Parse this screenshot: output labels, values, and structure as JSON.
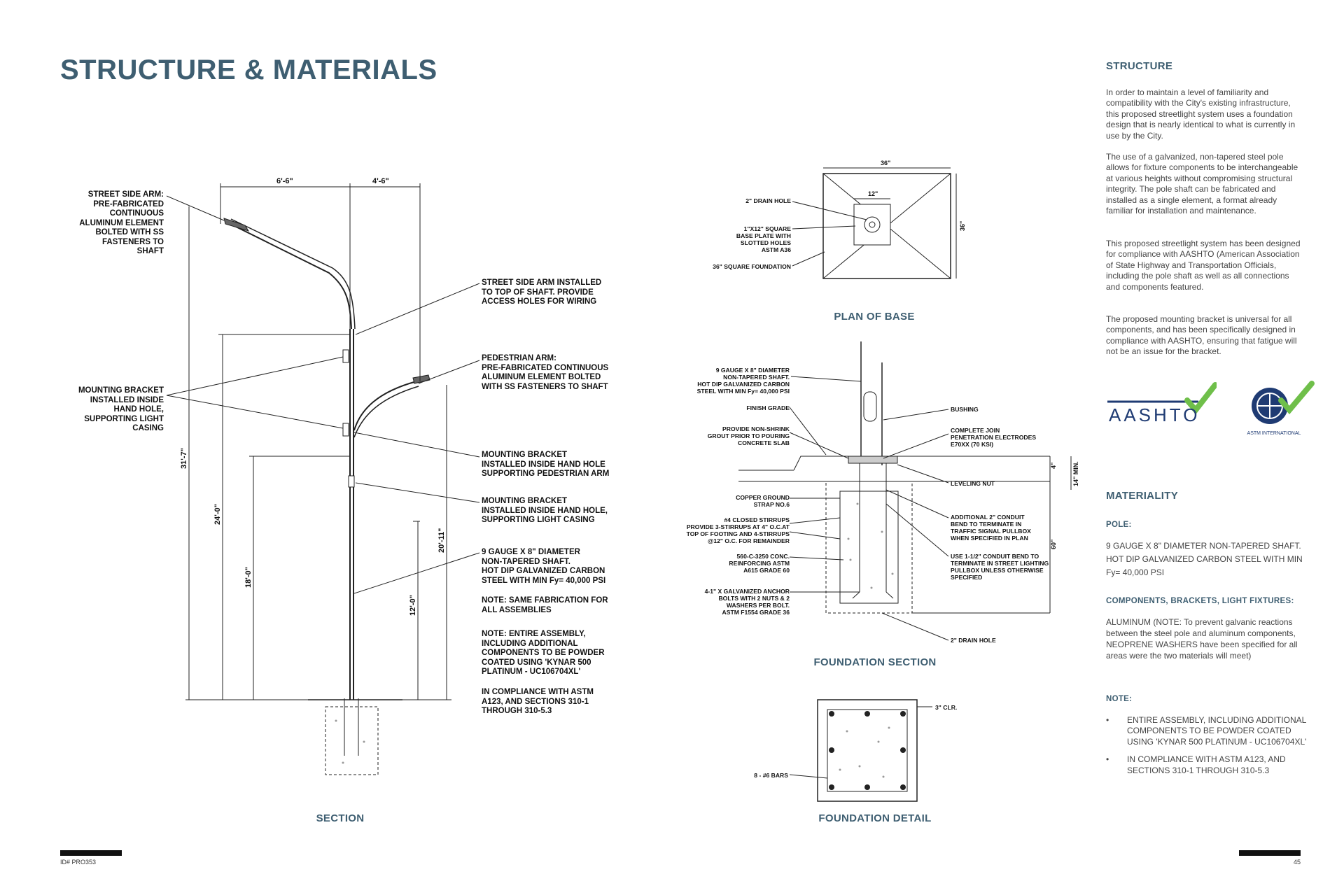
{
  "page": {
    "title": "STRUCTURE & MATERIALS",
    "id_label": "ID# PRO353",
    "page_number": "45"
  },
  "section": {
    "caption": "SECTION",
    "dims": {
      "arm_left": "6'-6\"",
      "arm_right": "4'-6\"",
      "h1": "31'-7\"",
      "h2": "24'-0\"",
      "h3": "18'-0\"",
      "h4": "20'-11\"",
      "h5": "12'-0\""
    },
    "labels": {
      "street_arm": "STREET SIDE ARM:\nPRE-FABRICATED\nCONTINUOUS\nALUMINUM ELEMENT\nBOLTED WITH SS\nFASTENERS TO\nSHAFT",
      "mount_left": "MOUNTING BRACKET\nINSTALLED INSIDE\nHAND HOLE,\nSUPPORTING LIGHT\nCASING",
      "arm_installed": "STREET SIDE ARM INSTALLED\nTO TOP OF SHAFT. PROVIDE\nACCESS HOLES FOR WIRING",
      "ped_arm": "PEDESTRIAN ARM:\nPRE-FABRICATED CONTINUOUS\nALUMINUM ELEMENT BOLTED\nWITH SS FASTENERS TO SHAFT",
      "mount_ped": "MOUNTING BRACKET\nINSTALLED INSIDE HAND HOLE\nSUPPORTING PEDESTRIAN ARM",
      "mount_light": "MOUNTING BRACKET\nINSTALLED INSIDE HAND HOLE,\nSUPPORTING LIGHT CASING",
      "shaft": "9 GAUGE X 8\" DIAMETER\nNON-TAPERED SHAFT.\nHOT DIP GALVANIZED CARBON\nSTEEL WITH MIN Fy= 40,000 PSI",
      "note1": "NOTE: SAME FABRICATION FOR\nALL ASSEMBLIES",
      "note2": "NOTE: ENTIRE ASSEMBLY,\nINCLUDING ADDITIONAL\nCOMPONENTS TO BE POWDER\nCOATED USING 'KYNAR 500\nPLATINUM - UC106704XL'",
      "note3": "IN COMPLIANCE WITH ASTM\nA123, AND SECTIONS 310-1\nTHROUGH 310-5.3"
    }
  },
  "plan": {
    "caption": "PLAN OF BASE",
    "dims": {
      "width": "36\"",
      "inner": "12\"",
      "height": "36\""
    },
    "labels": {
      "drain": "2\" DRAIN HOLE",
      "plate": "1\"X12\" SQUARE\nBASE PLATE WITH\nSLOTTED HOLES\nASTM A36",
      "foundation": "36\" SQUARE FOUNDATION"
    }
  },
  "foundation": {
    "caption": "FOUNDATION SECTION",
    "dims": {
      "d1": "4\"",
      "d2": "14\" MIN.",
      "d3": "60\""
    },
    "labels_left": {
      "shaft": "9 GAUGE X 8\" DIAMETER\nNON-TAPERED SHAFT.\nHOT DIP GALVANIZED CARBON\nSTEEL WITH MIN Fy= 40,000 PSI",
      "finish": "FINISH GRADE",
      "grout": "PROVIDE NON-SHRINK\nGROUT PRIOR TO POURING\nCONCRETE SLAB",
      "copper": "COPPER GROUND\nSTRAP NO.6",
      "stirrups": "#4 CLOSED STIRRUPS\nPROVIDE 3-STIRRUPS AT 4\" O.C.AT\nTOP OF FOOTING AND 4-STIRRUPS\n@12\" O.C. FOR REMAINDER",
      "concrete": "560-C-3250 CONC.\nREINFORCING ASTM\nA615 GRADE 60",
      "anchor": "4-1\" X GALVANIZED ANCHOR\nBOLTS WITH 2 NUTS & 2\nWASHERS PER BOLT.\nASTM F1554 GRADE 36"
    },
    "labels_right": {
      "bushing": "BUSHING",
      "weld": "COMPLETE JOIN\nPENETRATION ELECTRODES\nE70XX (70 KSI)",
      "nut": "LEVELING NUT",
      "conduit2": "ADDITIONAL 2\" CONDUIT\nBEND TO TERMINATE IN\nTRAFFIC SIGNAL PULLBOX\nWHEN SPECIFIED IN PLAN",
      "conduit15": "USE 1-1/2\" CONDUIT BEND TO\nTERMINATE IN STREET LIGHTING\nPULLBOX UNLESS OTHERWISE\nSPECIFIED",
      "drain": "2\" DRAIN HOLE"
    }
  },
  "detail": {
    "caption": "FOUNDATION DETAIL",
    "labels": {
      "clr": "3\" CLR.",
      "bars": "8 - #6 BARS"
    }
  },
  "sidebar": {
    "structure_heading": "STRUCTURE",
    "paragraphs": [
      "In order to maintain a level of familiarity and compatibility with the City's existing infrastructure, this proposed streetlight system uses a foundation design that is nearly identical to what is currently in use by the City.",
      "The use of a galvanized, non-tapered steel pole allows for fixture components to be interchangeable at various heights without compromising structural integrity. The pole shaft can be fabricated and installed as a single element, a format already familiar for installation and maintenance.",
      "This proposed streetlight system has been designed for compliance with AASHTO (American Association of State Highway and Transportation Officials, including the pole shaft as well as all connections and components featured.",
      "The proposed mounting bracket is universal for all components, and has been specifically designed in compliance with AASHTO, ensuring that fatigue will not be an issue for the bracket."
    ],
    "logos": {
      "aashto": "AASHTO",
      "astm_caption": "ASTM INTERNATIONAL",
      "check_color": "#6fbf4a",
      "logo_color": "#1f3b73"
    },
    "materiality_heading": "MATERIALITY",
    "pole_heading": "POLE:",
    "pole_text": "9 GAUGE X 8\" DIAMETER NON-TAPERED SHAFT. HOT DIP GALVANIZED CARBON STEEL WITH MIN Fy= 40,000 PSI",
    "components_heading": "COMPONENTS, BRACKETS, LIGHT FIXTURES:",
    "components_text": "ALUMINUM (NOTE: To prevent galvanic reactions between the steel pole and aluminum components, NEOPRENE WASHERS have been specified for all areas were the two materials will meet)",
    "note_heading": "NOTE:",
    "notes": [
      "ENTIRE ASSEMBLY, INCLUDING ADDITIONAL COMPONENTS TO BE POWDER COATED USING 'KYNAR 500 PLATINUM - UC106704XL'",
      "IN COMPLIANCE WITH ASTM A123, AND SECTIONS 310-1 THROUGH 310-5.3"
    ]
  }
}
